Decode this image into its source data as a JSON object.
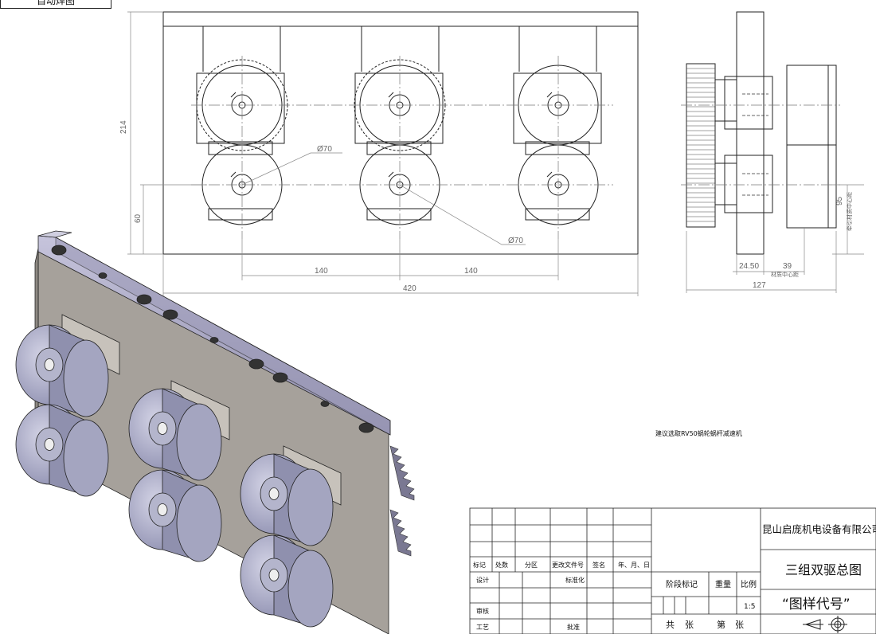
{
  "stamp": "“自动焊图”",
  "dimensions": {
    "height_total": "214",
    "height_low": "60",
    "diameter_a": "Ø70",
    "diameter_b": "Ø70",
    "spacing_a": "140",
    "spacing_b": "140",
    "width_total": "420",
    "side_offset": "24.50",
    "side_39": "39",
    "side_39_note": "材质中心距",
    "side_127": "127",
    "side_95": "95",
    "side_95_note": "牵引材质中心距"
  },
  "note": "建议选取RV50蜗轮蜗杆减速机",
  "title_block": {
    "company": "昆山启庞机电设备有限公司",
    "drawing_title": "三组双驱总图",
    "drawing_number": "“图样代号”",
    "labels": {
      "mark": "标记",
      "count": "处数",
      "zone": "分区",
      "change_doc": "更改文件号",
      "sign": "签名",
      "date": "年、月、日",
      "design": "设计",
      "standard": "标准化",
      "review": "审核",
      "process": "工艺",
      "approve": "批准",
      "stage_mark": "阶段标记",
      "weight": "重量",
      "scale": "比例",
      "scale_value": "1:5",
      "total": "共",
      "sheets": "张",
      "sheet_no": "第",
      "sheet_unit": "张"
    }
  },
  "colors": {
    "line": "#222222",
    "dim": "#888888",
    "plate": "#a6a19b",
    "bar": "#a9a7c4",
    "roller": "#a5a6c2"
  }
}
